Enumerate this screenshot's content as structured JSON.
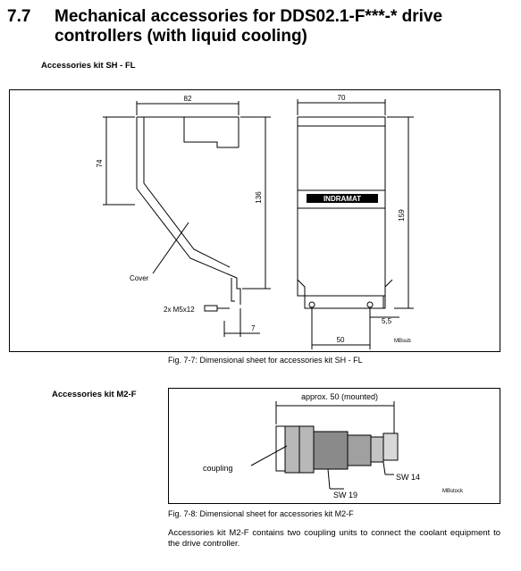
{
  "section": {
    "number": "7.7",
    "title": "Mechanical accessories for DDS02.1-F***-* drive controllers (with liquid cooling)"
  },
  "kit1": {
    "heading": "Accessories kit SH - FL",
    "caption": "Fig. 7-7: Dimensional sheet for accessories kit SH - FL",
    "labels": {
      "dim_82": "82",
      "dim_70": "70",
      "dim_74": "74",
      "dim_136": "136",
      "dim_159": "159",
      "dim_7": "7",
      "dim_50": "50",
      "dim_5_5": "5,5",
      "cover": "Cover",
      "screw": "2x M5x12",
      "logo": "INDRAMAT",
      "stamp": "MBsub"
    }
  },
  "kit2": {
    "heading": "Accessories kit M2-F",
    "caption": "Fig. 7-8: Dimensional sheet for accessories kit M2-F",
    "labels": {
      "approx": "approx. 50 (mounted)",
      "coupling": "coupling",
      "sw19": "SW 19",
      "sw14": "SW 14",
      "stamp": "MBstock"
    }
  },
  "body": {
    "text": "Accessories kit M2-F contains two coupling units to connect the coolant equipment to the drive controller."
  }
}
